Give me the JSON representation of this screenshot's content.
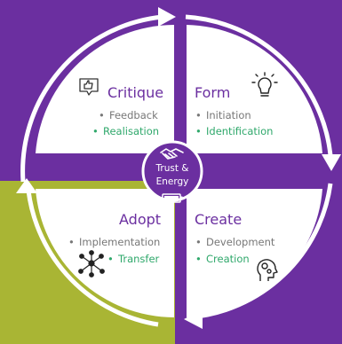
{
  "center": {
    "line1": "Trust &",
    "line2": "Energy"
  },
  "quadrants": [
    {
      "title": "Critique",
      "items": [
        {
          "text": "Feedback",
          "color": "grey"
        },
        {
          "text": "Realisation",
          "color": "green"
        }
      ],
      "icon": "feedback-thumbs-up-icon"
    },
    {
      "title": "Form",
      "items": [
        {
          "text": "Initiation",
          "color": "grey"
        },
        {
          "text": "Identification",
          "color": "green"
        }
      ],
      "icon": "lightbulb-icon"
    },
    {
      "title": "Adopt",
      "items": [
        {
          "text": "Implementation",
          "color": "grey"
        },
        {
          "text": "Transfer",
          "color": "green"
        }
      ],
      "icon": "network-people-icon"
    },
    {
      "title": "Create",
      "items": [
        {
          "text": "Development",
          "color": "grey"
        },
        {
          "text": "Creation",
          "color": "green"
        }
      ],
      "icon": "head-gears-icon"
    }
  ],
  "colors": {
    "purple": "#6b2fa0",
    "olive": "#a9b534",
    "green_text": "#2fa86b",
    "grey_text": "#777777"
  }
}
